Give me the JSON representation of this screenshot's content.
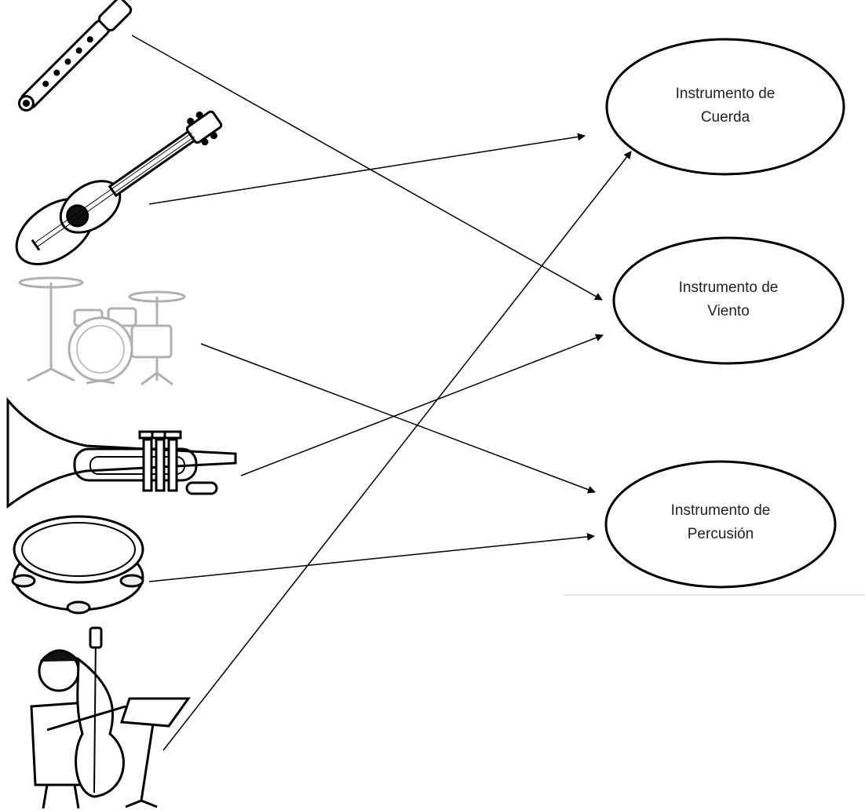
{
  "instruments": [
    {
      "name": "flute-icon",
      "category": "viento"
    },
    {
      "name": "guitar-icon",
      "category": "cuerda"
    },
    {
      "name": "drum-kit-icon",
      "category": "percusion"
    },
    {
      "name": "trumpet-icon",
      "category": "viento"
    },
    {
      "name": "tambourine-icon",
      "category": "percusion"
    },
    {
      "name": "double-bass-player-icon",
      "category": "cuerda"
    }
  ],
  "categories": {
    "cuerda": {
      "line1": "Instrumento de",
      "line2": "Cuerda"
    },
    "viento": {
      "line1": "Instrumento de",
      "line2": "Viento"
    },
    "percusion": {
      "line1": "Instrumento de",
      "line2": "Percusión"
    }
  }
}
